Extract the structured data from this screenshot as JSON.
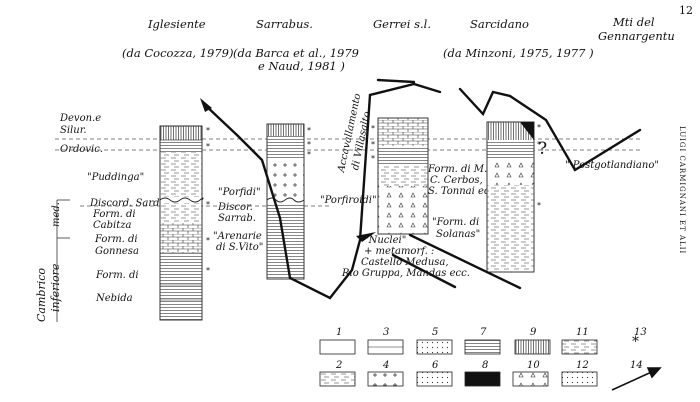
{
  "page_number": "12",
  "running_head": "LUIGI CARMIGNANI ET ALII",
  "regions": [
    {
      "name": "Iglesiente",
      "source": "(da Cocozza, 1979)"
    },
    {
      "name": "Sarrabus.",
      "source": "(da Barca et al., 1979",
      "source2": "e Naud, 1981 )"
    },
    {
      "name": "Gerrei s.l.",
      "source": ""
    },
    {
      "name": "Sarcidano",
      "source": "(da Minzoni, 1975, 1977 )"
    },
    {
      "name": "Mti del",
      "source": "",
      "name2": "Gennargentu"
    }
  ],
  "strat": {
    "devon": "Devon.e",
    "silur": "Silur.",
    "ordov": "Ordovic.",
    "cambrico": "Cambrico",
    "inferiore": "inferiore",
    "med": "med."
  },
  "labels": {
    "puddinga": "\"Puddinga\"",
    "discord": "Discord. Sarda",
    "cabitza1": "Form. di",
    "cabitza2": "Cabitza",
    "gonnesa1": "Form. di",
    "gonnesa2": "Gonnesa",
    "nebida1": "Form. di",
    "nebida2": "Nebida",
    "porfidi": "\"Porfidi\"",
    "discorsarrab1": "Discor.",
    "discorsarrab2": "Sarrab.",
    "arenarie1": "\"Arenarie",
    "arenarie2": "di S.Vito\"",
    "accav1": "Accavallamento",
    "accav2": "di Villasalto",
    "porfiroidi": "\"Porfiroidi\"",
    "formm1": "Form. di M.",
    "formm2": "C. Cerbos,",
    "formm3": "S. Tonnai ecc.",
    "solanas1": "\"Form. di",
    "solanas2": "Solanas\"",
    "nuclei1": "\"Nuclei\"",
    "nuclei2": "+ metamorf. :",
    "nuclei3": "Castello Medusa,",
    "nuclei4": "Rio Gruppa, Mandas ecc.",
    "postgot": "\" Postgotlandiano\"",
    "question": "?"
  },
  "legend": [
    "1",
    "2",
    "3",
    "4",
    "5",
    "6",
    "7",
    "8",
    "9",
    "10",
    "11",
    "12",
    "13",
    "14"
  ],
  "legend_star": "*"
}
